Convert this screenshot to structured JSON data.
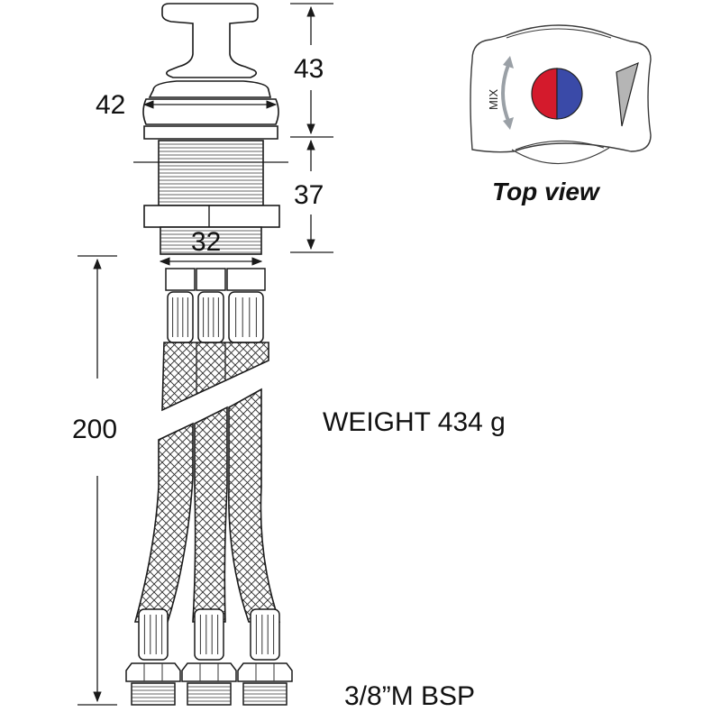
{
  "dimensions": {
    "cap_height": "43",
    "cap_diameter": "42",
    "thread_height": "37",
    "thread_diameter": "32",
    "hose_length": "200"
  },
  "labels": {
    "weight": "WEIGHT 434 g",
    "connector": "3/8”M BSP",
    "top_view": "Top view",
    "mix": "MIX"
  },
  "colors": {
    "hot": "#d41a2c",
    "cold": "#3a4aa8",
    "indicator": "#b5b5b5",
    "arrow": "#9aa0a6",
    "line": "#1a1a1a"
  }
}
